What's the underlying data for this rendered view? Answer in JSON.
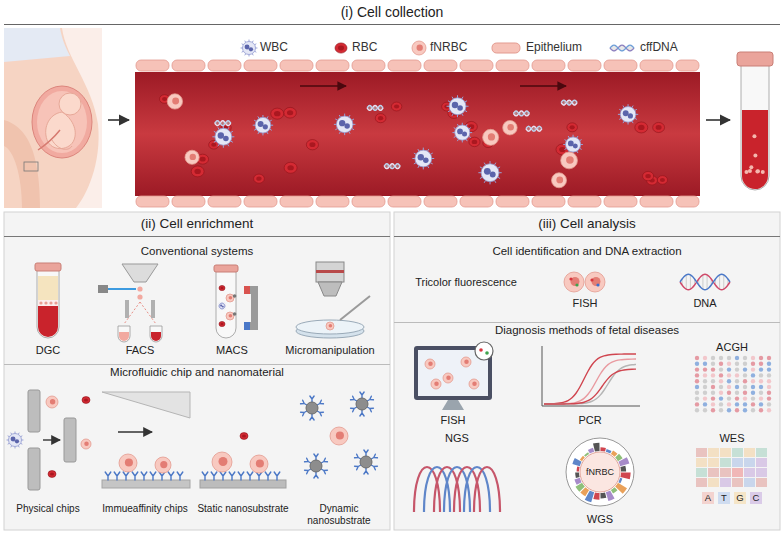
{
  "diagram": {
    "nodes": [
      {
        "text": [
          "(i) Cell collection"
        ]
      },
      {
        "text": [
          "(ii) Cell enrichment"
        ]
      },
      {
        "text": [
          "Conventional systems"
        ],
        "in": 1
      },
      {
        "text": [
          "Microfluidic chip and nanomaterial"
        ],
        "in": 1
      },
      {
        "text": [
          "(iii) Cell analysis"
        ]
      },
      {
        "text": [
          "Cell identification and DNA extraction"
        ],
        "in": 4
      },
      {
        "text": [
          "Diagnosis methods of fetal diseases"
        ],
        "in": 4
      }
    ],
    "labels": [
      "DGC",
      "FACS",
      "MACS",
      "Micromanipulation",
      "Physical chips",
      "Immueaffinity chips",
      "Static nanosubstrate",
      "Dynamic nanosubstrate",
      "Tricolor fluorescence",
      "FISH",
      "DNA",
      "FISH",
      "PCR",
      "ACGH",
      "NGS",
      "fNRBC",
      "WGS",
      "WES",
      "A",
      "T",
      "G",
      "C"
    ],
    "legend": [
      {
        "text": "WBC"
      },
      {
        "text": "RBC"
      },
      {
        "text": "fNRBC"
      },
      {
        "text": "Epithelium"
      },
      {
        "text": "cffDNA"
      }
    ]
  }
}
